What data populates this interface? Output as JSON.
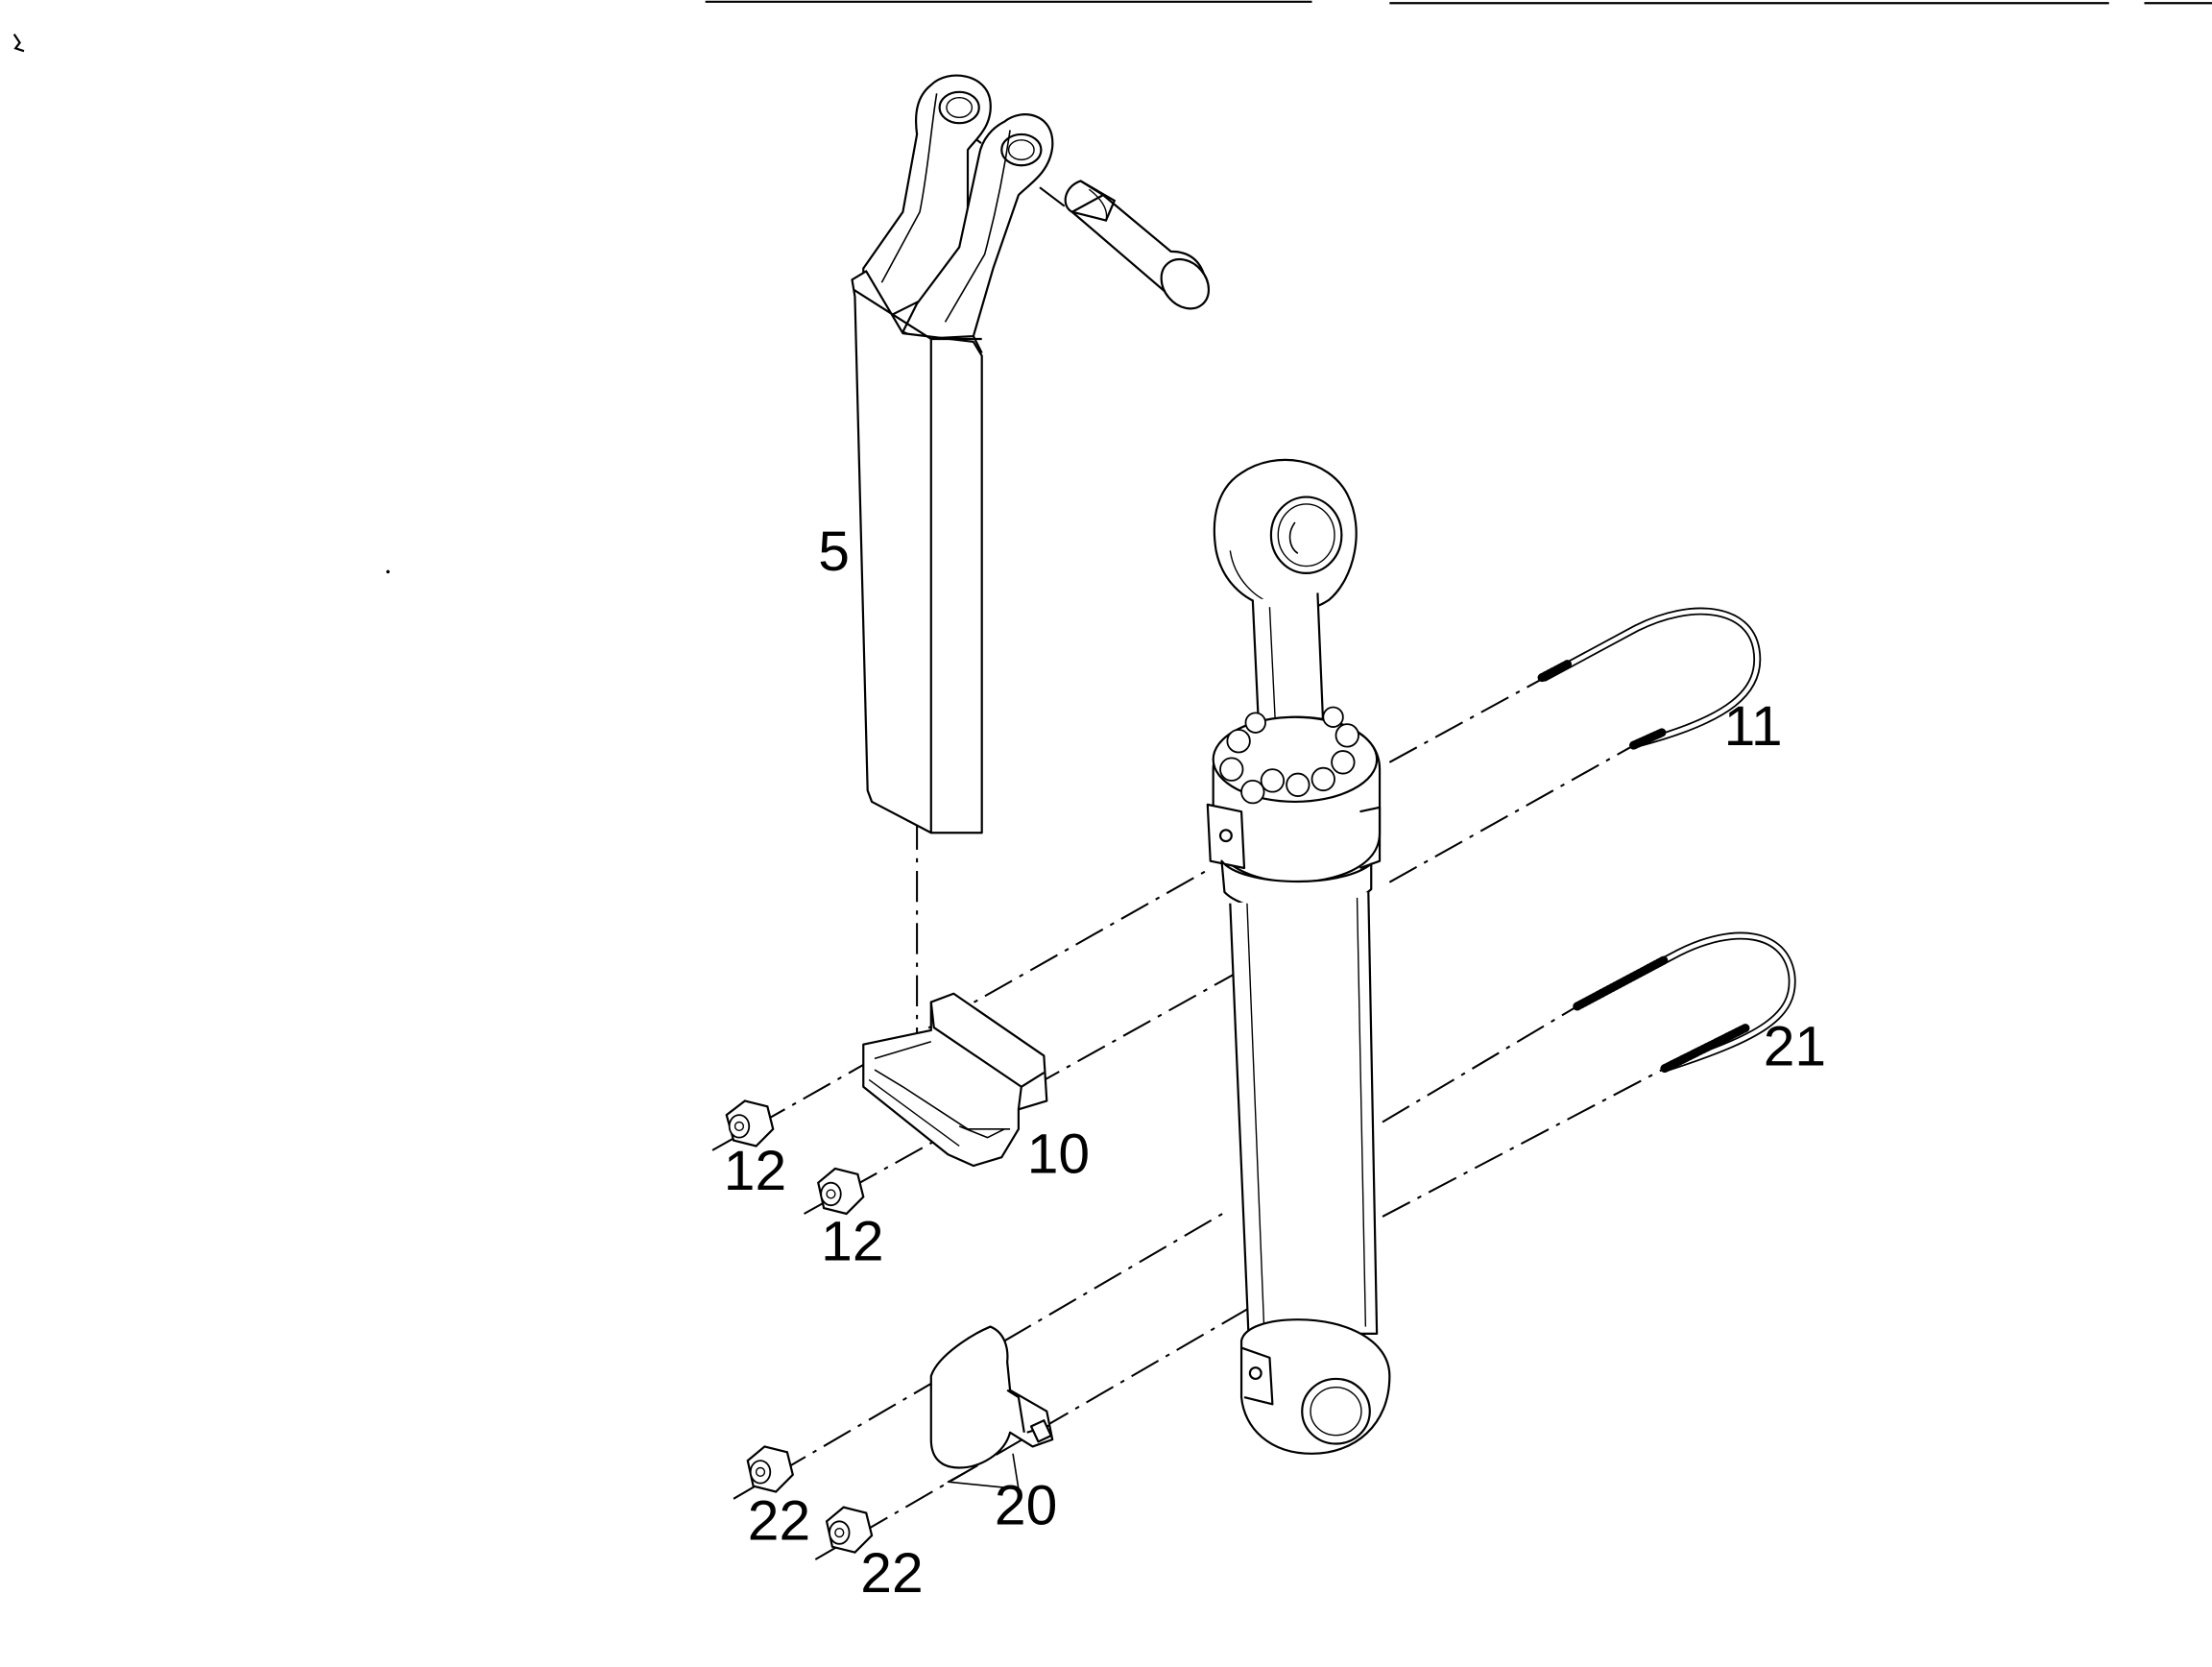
{
  "diagram": {
    "callouts": {
      "part_5": "5",
      "part_10": "10",
      "part_11": "11",
      "part_12a": "12",
      "part_12b": "12",
      "part_20": "20",
      "part_21": "21",
      "part_22a": "22",
      "part_22b": "22"
    },
    "colors": {
      "line": "#000000",
      "background": "#ffffff"
    }
  }
}
